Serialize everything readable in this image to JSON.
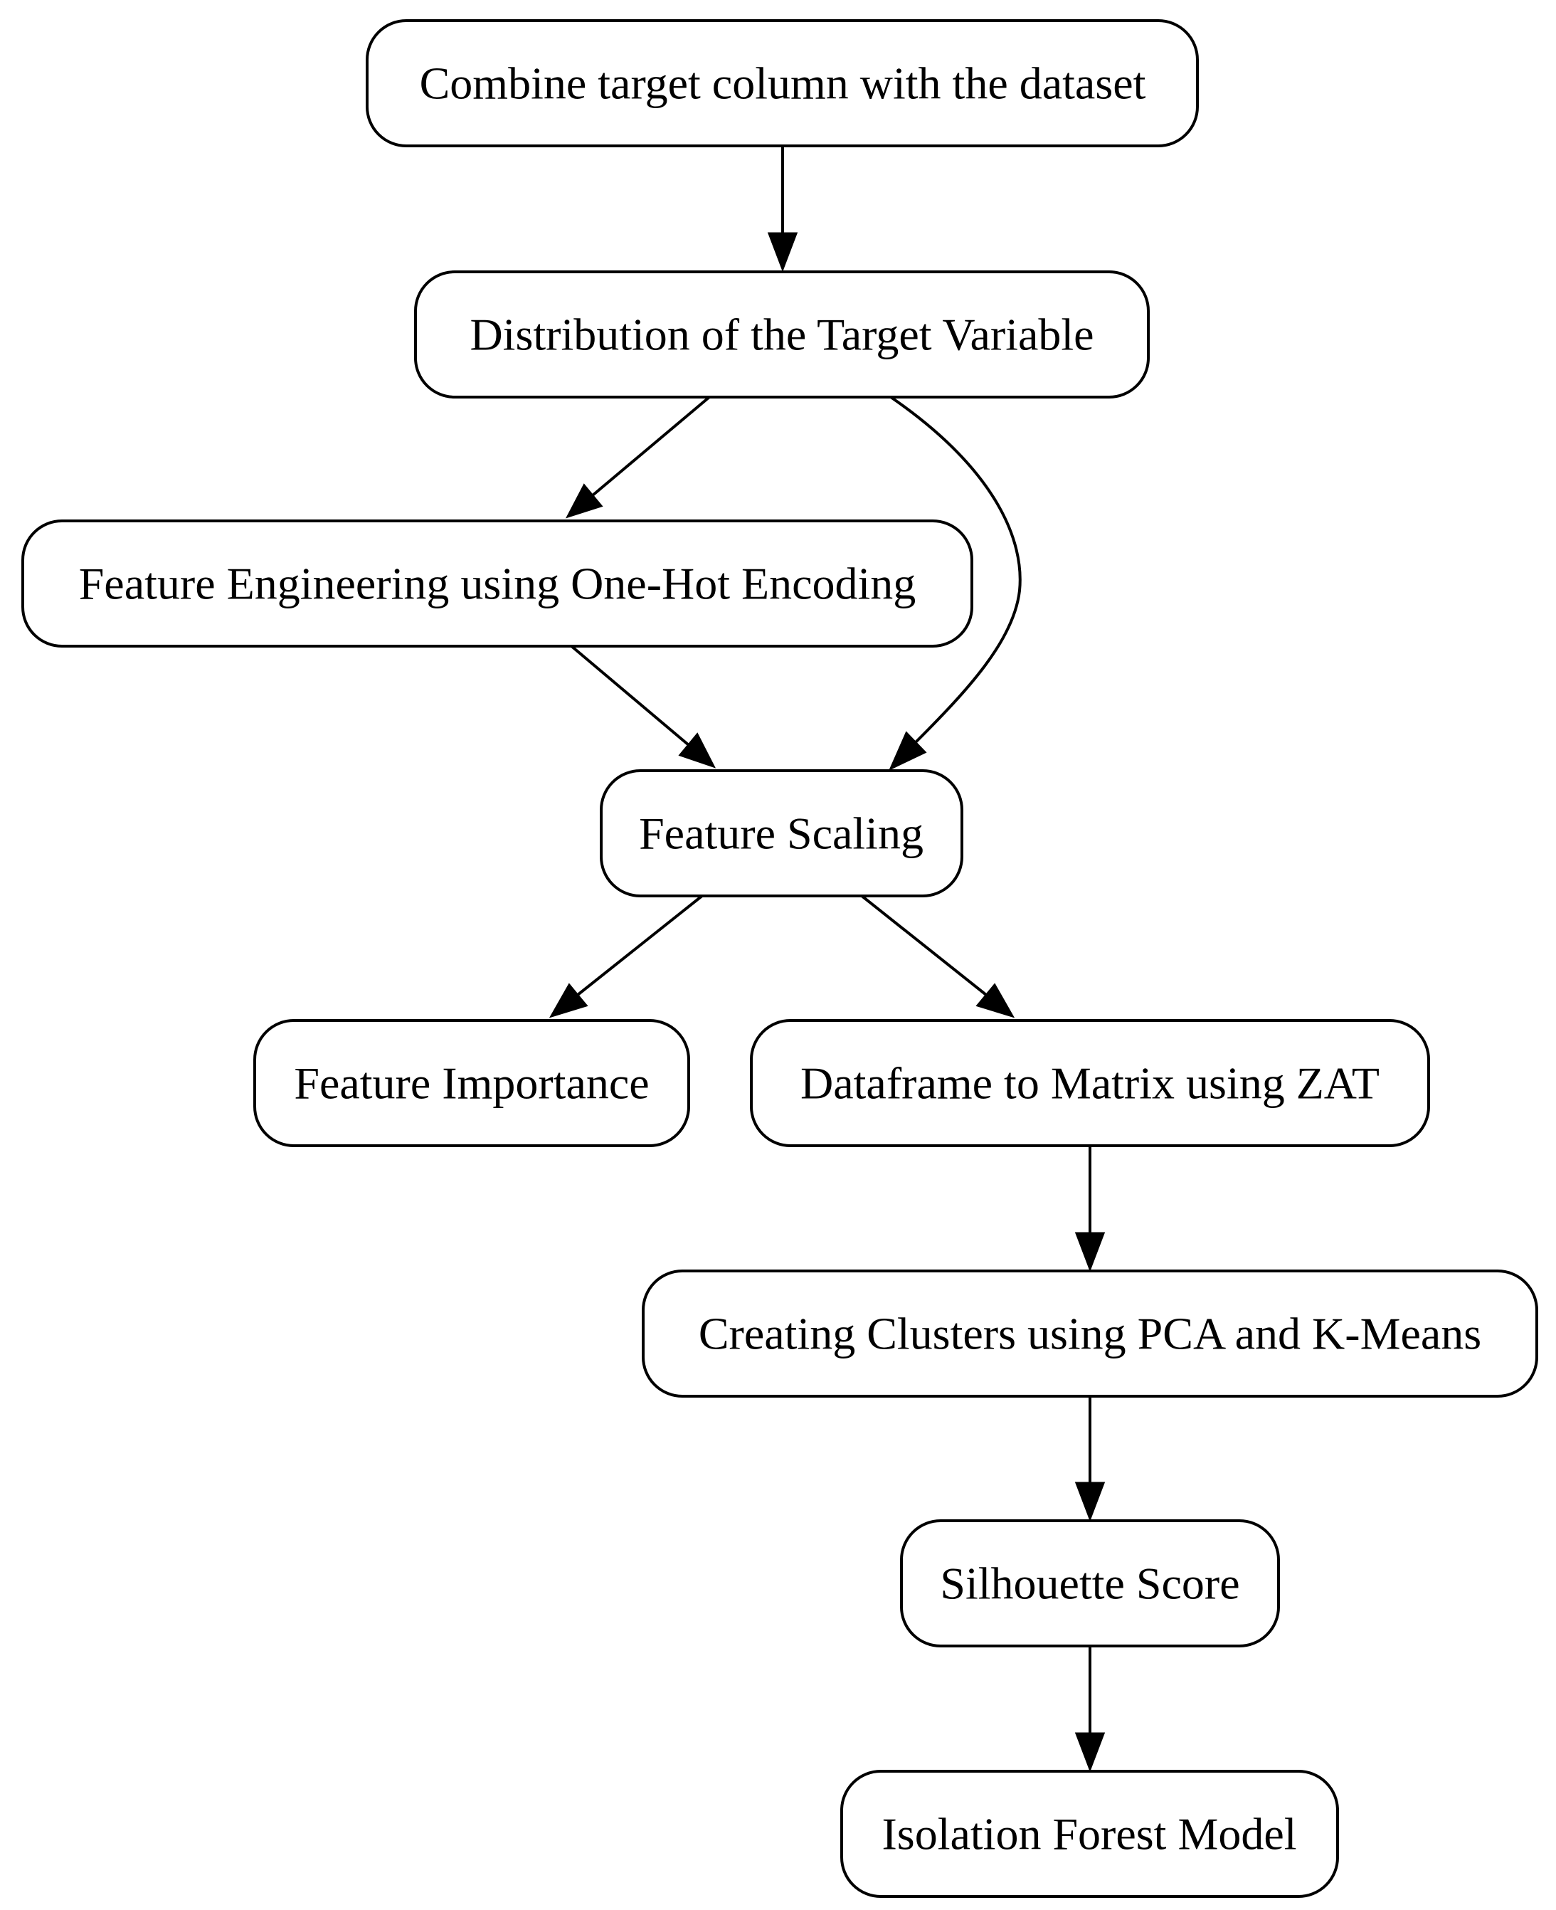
{
  "nodes": [
    {
      "id": "combine",
      "label": "Combine target column with the dataset"
    },
    {
      "id": "distribution",
      "label": "Distribution of the Target Variable"
    },
    {
      "id": "feature_engineering",
      "label": "Feature Engineering using One-Hot Encoding"
    },
    {
      "id": "feature_scaling",
      "label": "Feature Scaling"
    },
    {
      "id": "feature_importance",
      "label": "Feature Importance"
    },
    {
      "id": "dataframe_to_matrix",
      "label": "Dataframe to Matrix using ZAT"
    },
    {
      "id": "clusters",
      "label": "Creating Clusters using PCA and K-Means"
    },
    {
      "id": "silhouette",
      "label": "Silhouette Score"
    },
    {
      "id": "isolation_forest",
      "label": "Isolation Forest Model"
    }
  ],
  "edges": [
    {
      "from": "combine",
      "to": "distribution"
    },
    {
      "from": "distribution",
      "to": "feature_engineering"
    },
    {
      "from": "distribution",
      "to": "feature_scaling"
    },
    {
      "from": "feature_engineering",
      "to": "feature_scaling"
    },
    {
      "from": "feature_scaling",
      "to": "feature_importance"
    },
    {
      "from": "feature_scaling",
      "to": "dataframe_to_matrix"
    },
    {
      "from": "dataframe_to_matrix",
      "to": "clusters"
    },
    {
      "from": "clusters",
      "to": "silhouette"
    },
    {
      "from": "silhouette",
      "to": "isolation_forest"
    }
  ]
}
